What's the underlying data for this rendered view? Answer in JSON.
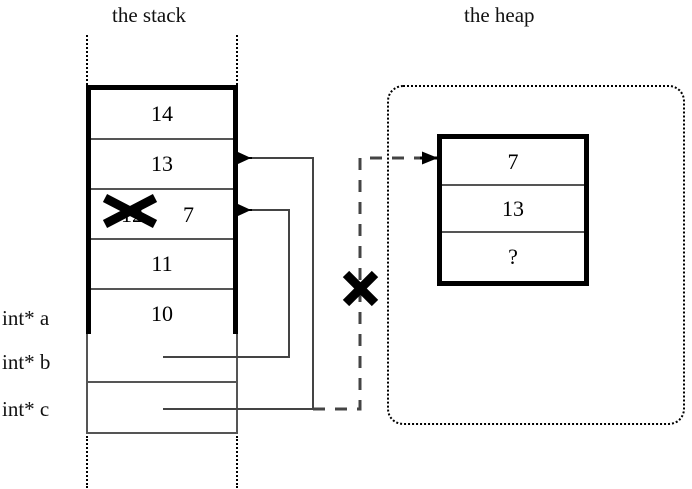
{
  "titles": {
    "stack": "the stack",
    "heap": "the heap"
  },
  "stack": {
    "frame_cells": [
      {
        "value": "14"
      },
      {
        "value": "13"
      },
      {
        "value": "12",
        "overwritten_with": "7",
        "struck_out": true
      },
      {
        "value": "11"
      },
      {
        "value": "10"
      }
    ],
    "pointer_labels": [
      {
        "name": "int* a",
        "text": "int* a"
      },
      {
        "name": "int* b",
        "text": "int* b"
      },
      {
        "name": "int* c",
        "text": "int* c"
      }
    ],
    "pointer_slots": [
      {
        "owner": "int* b",
        "value": ""
      },
      {
        "owner": "int* c",
        "value": ""
      }
    ]
  },
  "heap": {
    "block_cells": [
      {
        "value": "7"
      },
      {
        "value": "13"
      },
      {
        "value": "?"
      }
    ]
  },
  "annotations": {
    "invalid_pointer_mark": "X",
    "struck_value_mark": "X"
  },
  "colors": {
    "ink": "#000000",
    "rule": "#555555",
    "background": "#ffffff"
  }
}
